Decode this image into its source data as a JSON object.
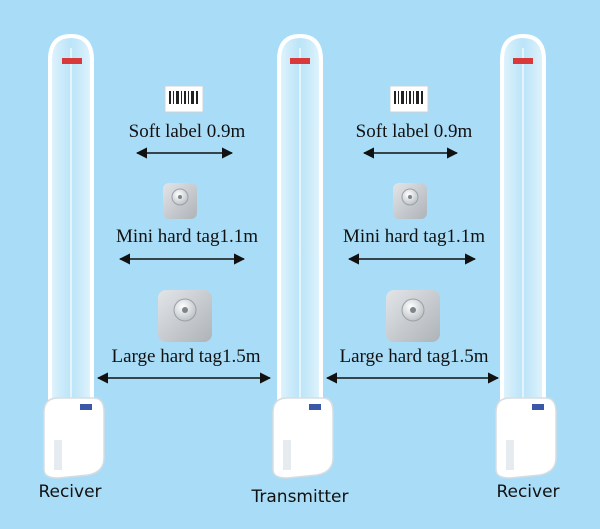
{
  "gates": [
    {
      "role": "Reciver"
    },
    {
      "role": "Transmitter"
    },
    {
      "role": "Reciver"
    }
  ],
  "zones": [
    {
      "items": [
        {
          "label": "Soft label 0.9m",
          "icon": "barcode-label-icon"
        },
        {
          "label": "Mini hard tag1.1m",
          "icon": "mini-hard-tag-icon"
        },
        {
          "label": "Large hard tag1.5m",
          "icon": "large-hard-tag-icon"
        }
      ]
    },
    {
      "items": [
        {
          "label": "Soft label 0.9m",
          "icon": "barcode-label-icon"
        },
        {
          "label": "Mini hard tag1.1m",
          "icon": "mini-hard-tag-icon"
        },
        {
          "label": "Large hard tag1.5m",
          "icon": "large-hard-tag-icon"
        }
      ]
    }
  ],
  "colors": {
    "background": "#a9dcf6",
    "panel": "#ffffff",
    "accent": "#d9393a",
    "logo": "#3a57a8",
    "tag": "#c8ccd0"
  }
}
